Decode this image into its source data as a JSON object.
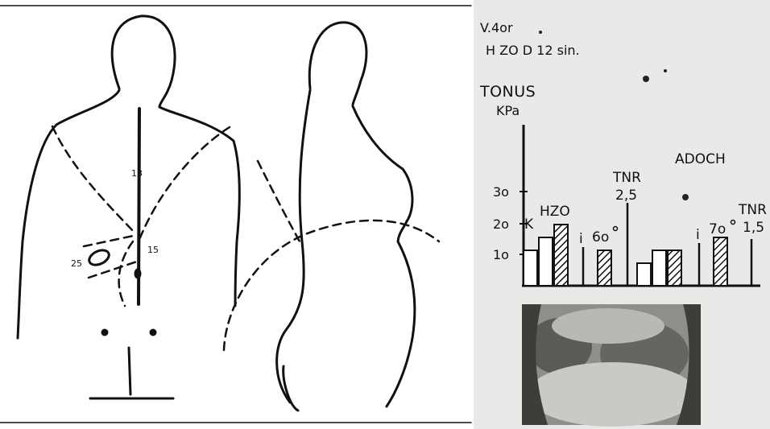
{
  "left_figure": {
    "labels": {
      "spine_upper": "13",
      "spine_lower": "15",
      "lateral_mark": "25"
    }
  },
  "right_panel": {
    "header_line1": "V.4or",
    "header_line2": "H ZO D 12 sin.",
    "chart_title": "TONUS",
    "unit": "KPa",
    "colors": {
      "paper": "#e9e9e7",
      "ink": "#111111"
    },
    "chart_data": {
      "type": "bar",
      "ylabel": "TONUS KPa",
      "ylim": [
        0,
        50
      ],
      "y_ticks": [
        "1o",
        "2o",
        "3o"
      ],
      "annotations": {
        "K": "K",
        "HZO": "HZO",
        "i_left": "i",
        "i60": "6o",
        "TNR1": "TNR",
        "TNR1_val": "2,5",
        "ADOCH": "ADOCH",
        "i_right": "i",
        "i70": "7o",
        "TNR2": "TNR",
        "TNR2_val": "1,5"
      },
      "groups": [
        {
          "name": "K",
          "bars": [
            {
              "value": 11,
              "pattern": "open"
            },
            {
              "value": 15,
              "pattern": "open"
            },
            {
              "value": 19,
              "pattern": "hatched"
            }
          ]
        },
        {
          "name": "i 6o",
          "bars": [
            {
              "value": 11,
              "pattern": "hatched"
            }
          ]
        },
        {
          "name": "ADOCH",
          "bars": [
            {
              "value": 7,
              "pattern": "open"
            },
            {
              "value": 11,
              "pattern": "open"
            },
            {
              "value": 11,
              "pattern": "hatched"
            }
          ]
        },
        {
          "name": "i 7o",
          "bars": [
            {
              "value": 15,
              "pattern": "hatched"
            }
          ]
        }
      ]
    }
  }
}
